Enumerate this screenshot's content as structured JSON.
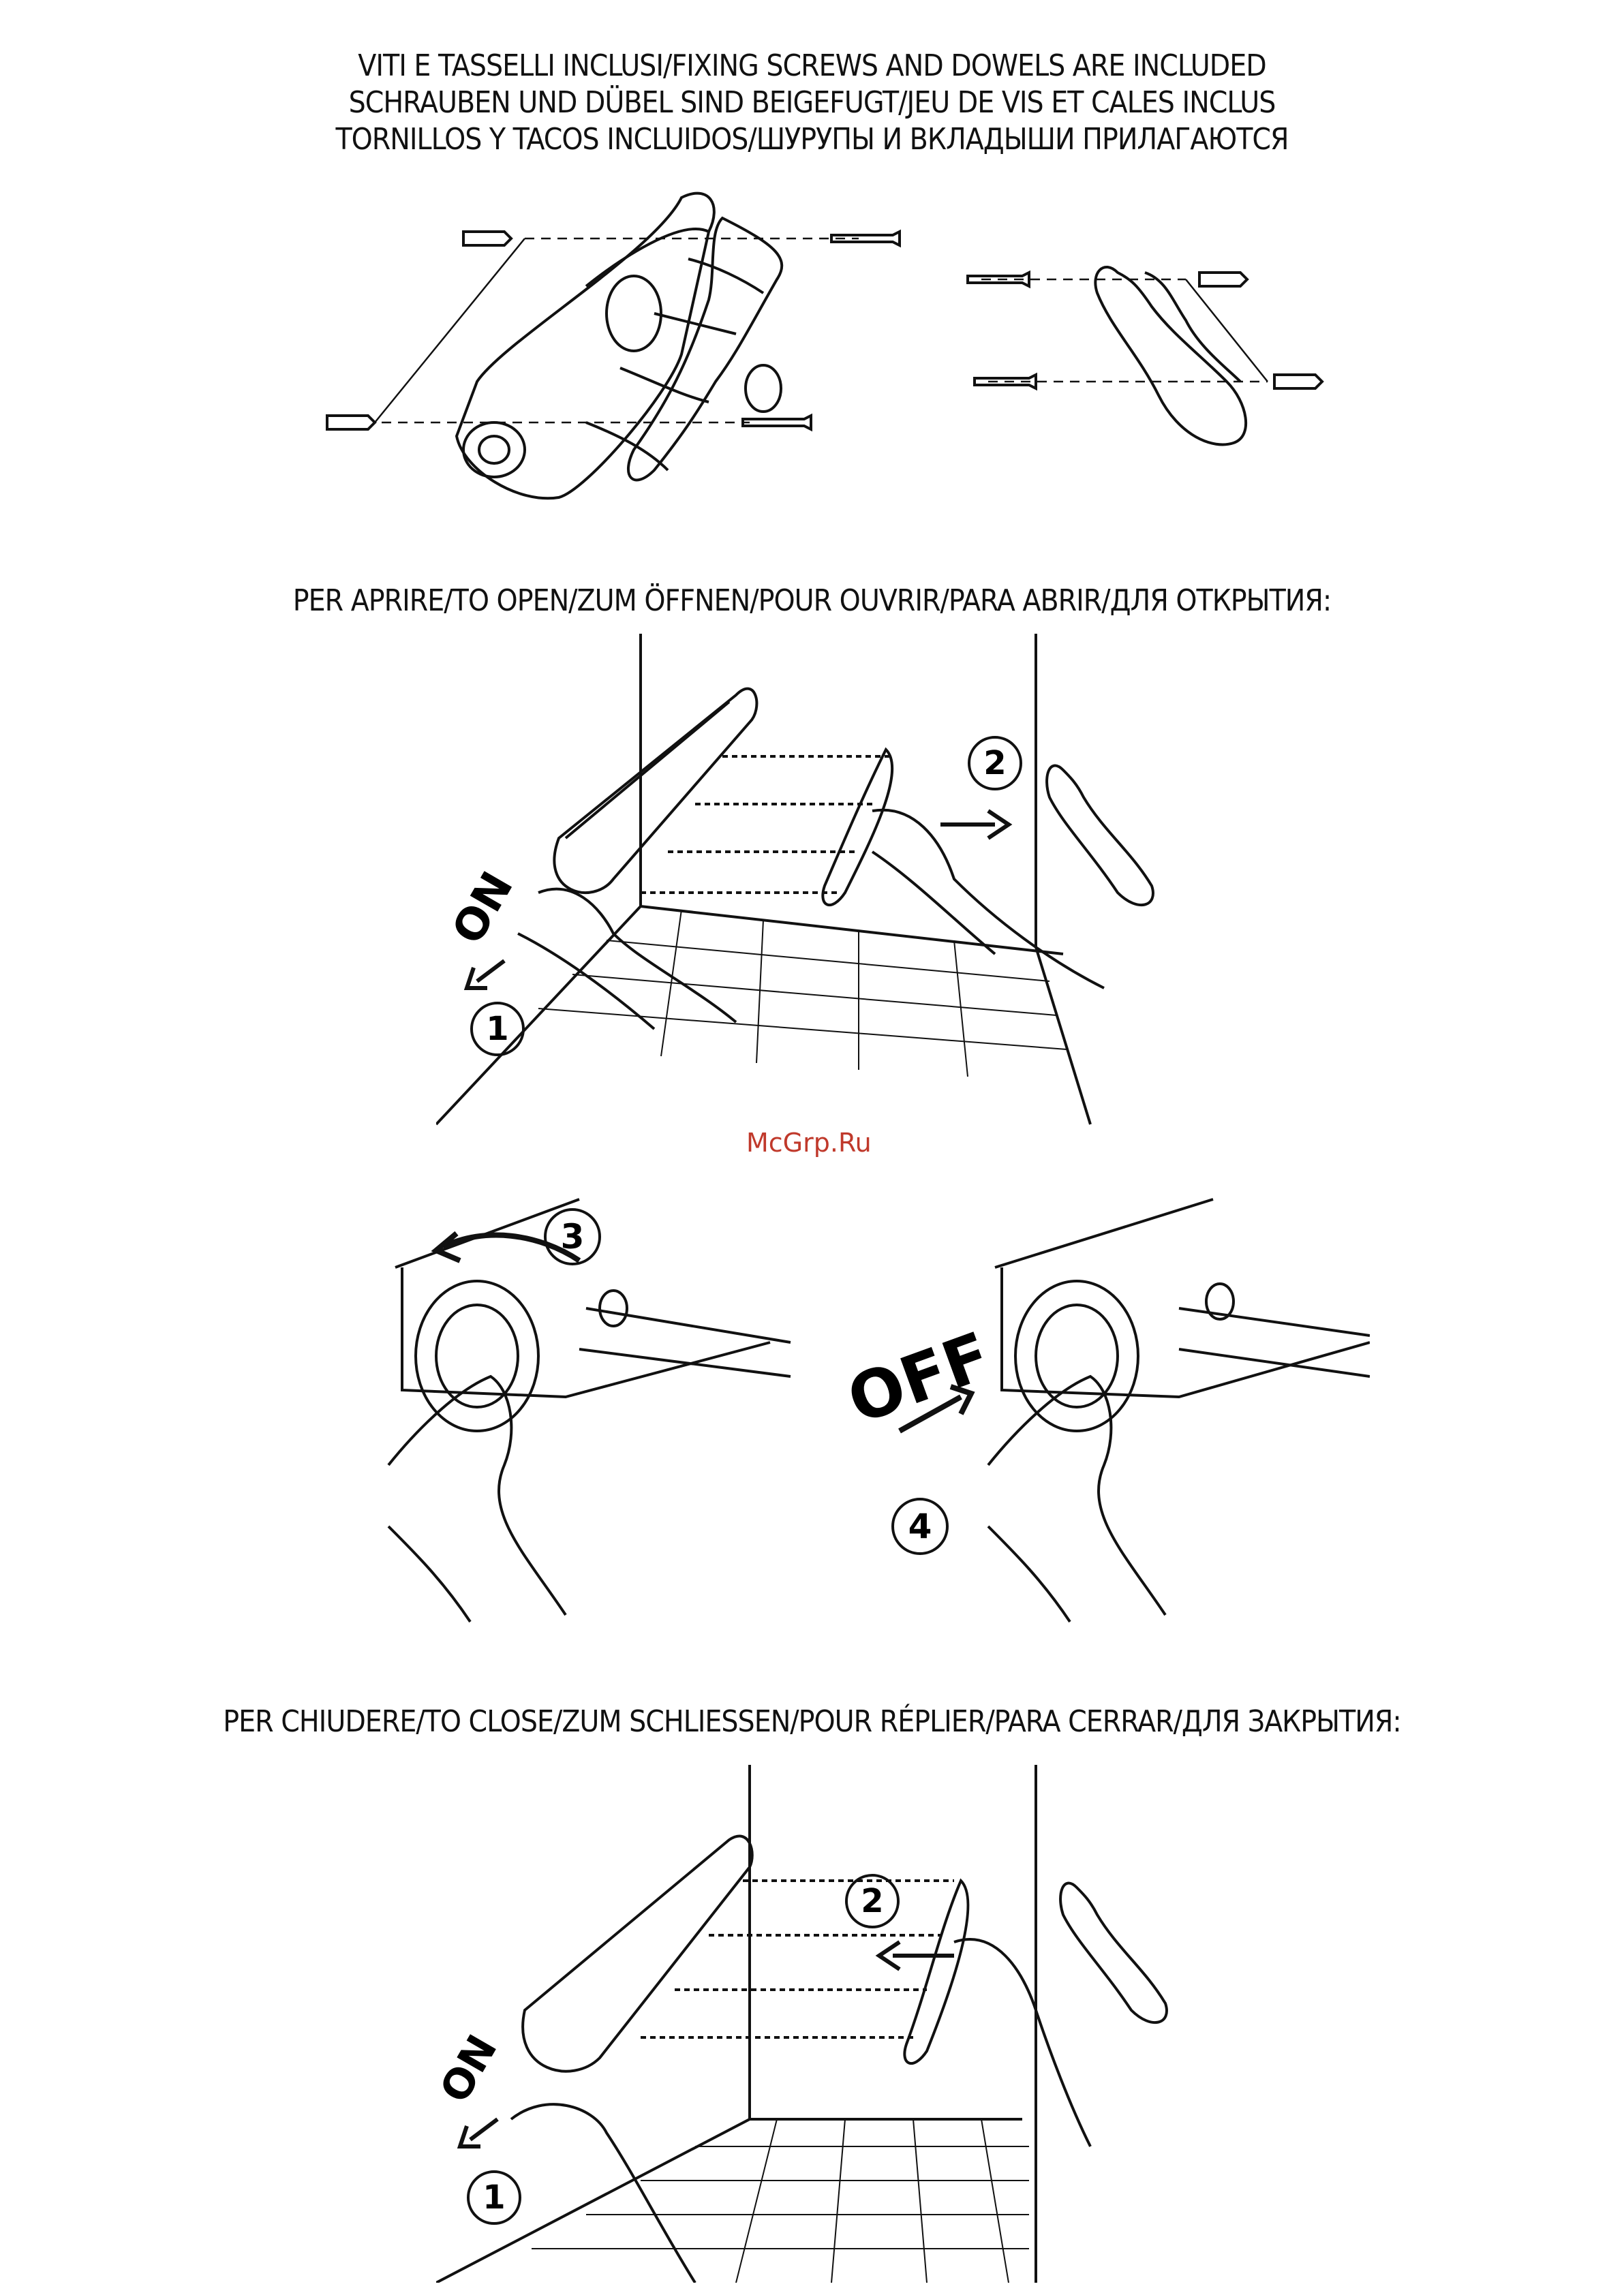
{
  "header": {
    "lines": [
      "VITI E TASSELLI INCLUSI/FIXING SCREWS AND DOWELS ARE INCLUDED",
      "SCHRAUBEN UND DÜBEL SIND BEIGEFUGT/JEU DE VIS ET CALES INCLUS",
      "TORNILLOS Y TACOS INCLUIDOS/ШУРУПЫ И ВКЛАДЫШИ ПРИЛАГАЮТСЯ"
    ]
  },
  "open_section": {
    "title": "PER APRIRE/TO OPEN/ZUM ÖFFNEN/POUR OUVRIR/PARA ABRIR/ДЛЯ ОТКРЫТИЯ:",
    "label_on": "ON",
    "step_1": "1",
    "step_2": "2"
  },
  "lock_section": {
    "step_3": "3",
    "step_4": "4",
    "label_off": "OFF"
  },
  "close_section": {
    "title": "PER CHIUDERE/TO CLOSE/ZUM SCHLIESSEN/POUR RÉPLIER/PARA CERRAR/ДЛЯ ЗАКРЫТИЯ:",
    "label_on": "ON",
    "step_1": "1",
    "step_2": "2"
  },
  "watermark": "McGrp.Ru"
}
